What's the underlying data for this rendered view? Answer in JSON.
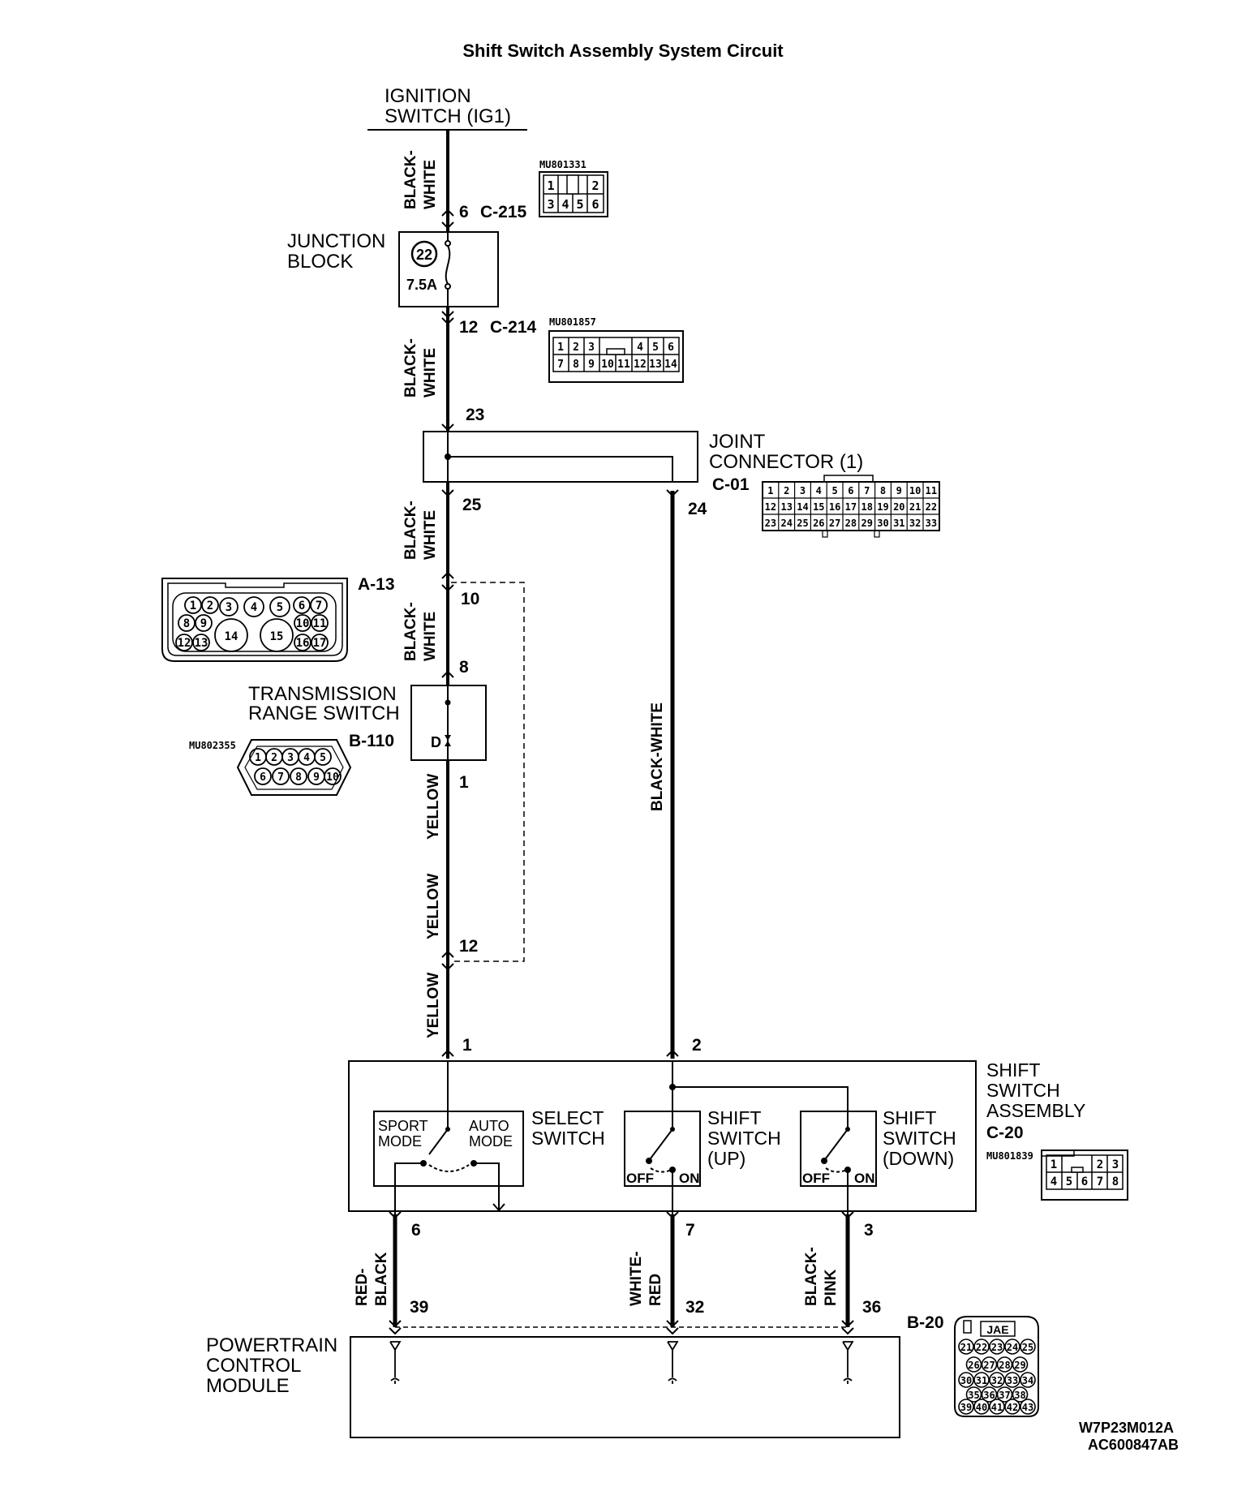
{
  "title": "Shift Switch Assembly System Circuit",
  "ignition": {
    "line1": "IGNITION",
    "line2": "SWITCH (IG1)"
  },
  "wire_colors": {
    "bw1": [
      "BLACK-",
      "WHITE"
    ],
    "bw2": [
      "BLACK-",
      "WHITE"
    ],
    "bw3": [
      "BLACK-",
      "WHITE"
    ],
    "bw4": [
      "BLACK-",
      "WHITE"
    ],
    "yellow1": "YELLOW",
    "yellow2": "YELLOW",
    "yellow3": "YELLOW",
    "bw_long": "BLACK-WHITE",
    "red_black": [
      "RED-",
      "BLACK"
    ],
    "white_red": [
      "WHITE-",
      "RED"
    ],
    "black_pink": [
      "BLACK-",
      "PINK"
    ]
  },
  "connectors": {
    "c215": {
      "label": "C-215",
      "pin": "6",
      "part": "MU801331",
      "pins_top": [
        "1",
        "",
        "2"
      ],
      "pins_bottom": [
        "3",
        "4",
        "5",
        "6"
      ]
    },
    "c214": {
      "label": "C-214",
      "pin": "12",
      "part": "MU801857",
      "pins_top": [
        "1",
        "2",
        "3",
        "",
        "4",
        "5",
        "6"
      ],
      "pins_bottom": [
        "7",
        "8",
        "9",
        "10",
        "11",
        "12",
        "13",
        "14"
      ]
    },
    "c01": {
      "label": "C-01",
      "pin_in": "23",
      "pin_out1": "25",
      "pin_out2": "24",
      "rows": [
        [
          "1",
          "2",
          "3",
          "4",
          "5",
          "6",
          "7",
          "8",
          "9",
          "10",
          "11"
        ],
        [
          "12",
          "13",
          "14",
          "15",
          "16",
          "17",
          "18",
          "19",
          "20",
          "21",
          "22"
        ],
        [
          "23",
          "24",
          "25",
          "26",
          "27",
          "28",
          "29",
          "30",
          "31",
          "32",
          "33"
        ]
      ]
    },
    "a13": {
      "label": "A-13",
      "pin_top": "10",
      "pin_bottom": "12",
      "pins": [
        "1",
        "2",
        "3",
        "4",
        "5",
        "6",
        "7",
        "8",
        "9",
        "14",
        "15",
        "10",
        "11",
        "12",
        "13",
        "16",
        "17"
      ]
    },
    "b110": {
      "label": "B-110",
      "part": "MU802355",
      "pin_in": "8",
      "pin_out": "1",
      "position": "D",
      "pins": [
        "1",
        "2",
        "3",
        "4",
        "5",
        "6",
        "7",
        "8",
        "9",
        "10"
      ]
    },
    "c20": {
      "label": "C-20",
      "part": "MU801839",
      "pin1": "1",
      "pin2": "2",
      "pin6": "6",
      "pin7": "7",
      "pin3": "3",
      "pins_top": [
        "1",
        "",
        "2",
        "3"
      ],
      "pins_bottom": [
        "4",
        "5",
        "6",
        "7",
        "8"
      ]
    },
    "b20": {
      "label": "B-20",
      "brand": "JAE",
      "pin39": "39",
      "pin32": "32",
      "pin36": "36",
      "rows": [
        [
          "21",
          "22",
          "23",
          "24",
          "25"
        ],
        [
          "26",
          "27",
          "28",
          "29"
        ],
        [
          "30",
          "31",
          "32",
          "33",
          "34"
        ],
        [
          "35",
          "36",
          "37",
          "38"
        ],
        [
          "39",
          "40",
          "41",
          "42",
          "43"
        ]
      ]
    }
  },
  "junction_block": {
    "line1": "JUNCTION",
    "line2": "BLOCK",
    "fuse_number": "22",
    "fuse_rating": "7.5A"
  },
  "joint_connector": {
    "line1": "JOINT",
    "line2": "CONNECTOR (1)"
  },
  "transmission_range_switch": {
    "line1": "TRANSMISSION",
    "line2": "RANGE SWITCH"
  },
  "shift_switch_assembly": {
    "line1": "SHIFT",
    "line2": "SWITCH",
    "line3": "ASSEMBLY",
    "select": {
      "line1": "SELECT",
      "line2": "SWITCH",
      "sport1": "SPORT",
      "sport2": "MODE",
      "auto1": "AUTO",
      "auto2": "MODE"
    },
    "up": {
      "line1": "SHIFT",
      "line2": "SWITCH",
      "line3": "(UP)",
      "off": "OFF",
      "on": "ON"
    },
    "down": {
      "line1": "SHIFT",
      "line2": "SWITCH",
      "line3": "(DOWN)",
      "off": "OFF",
      "on": "ON"
    }
  },
  "pcm": {
    "line1": "POWERTRAIN",
    "line2": "CONTROL",
    "line3": "MODULE"
  },
  "codes": {
    "drawing": "W7P23M012A",
    "figure": "AC600847AB"
  }
}
